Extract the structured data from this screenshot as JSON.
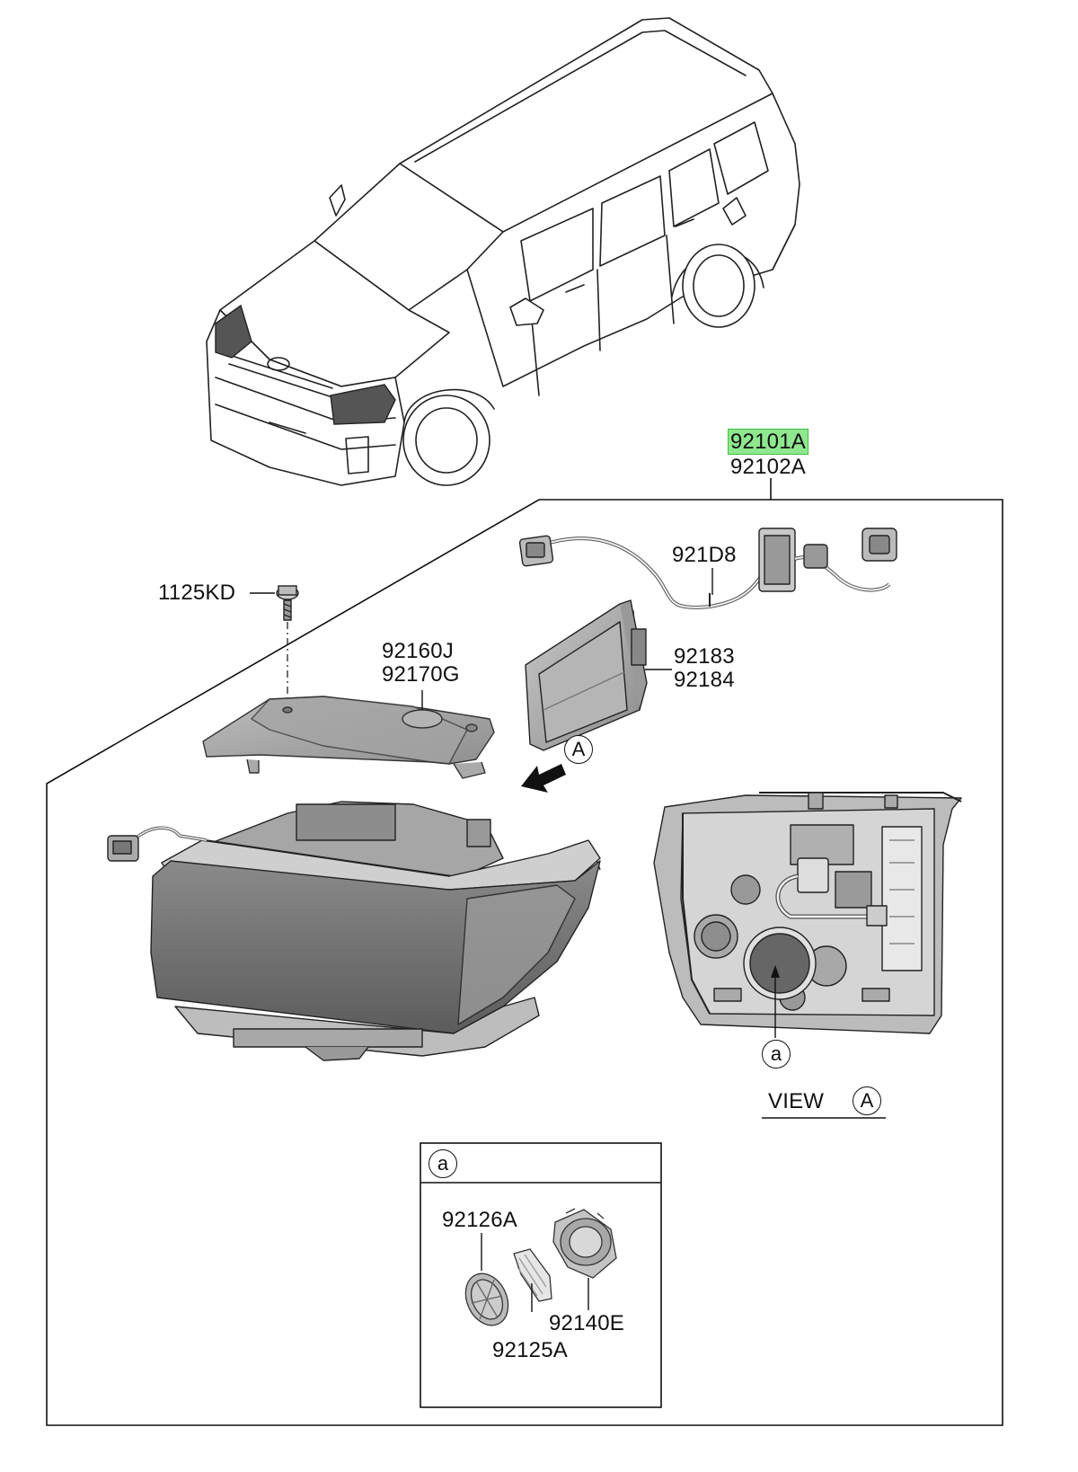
{
  "parts": {
    "main_a": "92101A",
    "main_b": "92102A",
    "wiring": "921D8",
    "bolt": "1125KD",
    "cover_a": "92160J",
    "cover_b": "92170G",
    "module_a": "92183",
    "module_b": "92184",
    "cap_seal": "92126A",
    "lens_plate": "92125A",
    "socket_ring": "92140E"
  },
  "callouts": {
    "view_ref": "A",
    "detail_ref": "a"
  },
  "view": {
    "title": "VIEW",
    "ref": "A"
  },
  "detail": {
    "ref": "a"
  },
  "colors": {
    "highlight": "#8fe88f",
    "line": "#111111",
    "lens_shade": "#6e6e6e"
  }
}
